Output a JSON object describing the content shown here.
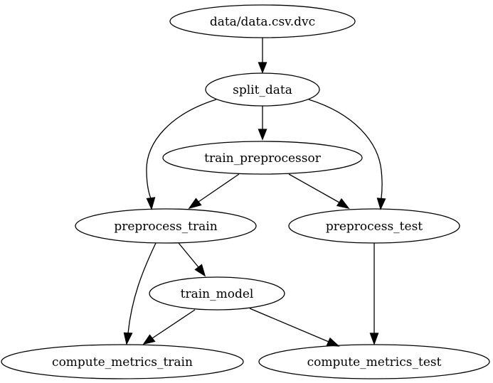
{
  "graph": {
    "nodes": [
      {
        "id": "data_csv_dvc",
        "label": "data/data.csv.dvc"
      },
      {
        "id": "split_data",
        "label": "split_data"
      },
      {
        "id": "train_preprocessor",
        "label": "train_preprocessor"
      },
      {
        "id": "preprocess_train",
        "label": "preprocess_train"
      },
      {
        "id": "preprocess_test",
        "label": "preprocess_test"
      },
      {
        "id": "train_model",
        "label": "train_model"
      },
      {
        "id": "compute_metrics_train",
        "label": "compute_metrics_train"
      },
      {
        "id": "compute_metrics_test",
        "label": "compute_metrics_test"
      }
    ],
    "edges": [
      {
        "from": "data_csv_dvc",
        "to": "split_data"
      },
      {
        "from": "split_data",
        "to": "train_preprocessor"
      },
      {
        "from": "split_data",
        "to": "preprocess_train"
      },
      {
        "from": "split_data",
        "to": "preprocess_test"
      },
      {
        "from": "train_preprocessor",
        "to": "preprocess_train"
      },
      {
        "from": "train_preprocessor",
        "to": "preprocess_test"
      },
      {
        "from": "preprocess_train",
        "to": "train_model"
      },
      {
        "from": "preprocess_train",
        "to": "compute_metrics_train"
      },
      {
        "from": "train_model",
        "to": "compute_metrics_train"
      },
      {
        "from": "train_model",
        "to": "compute_metrics_test"
      },
      {
        "from": "preprocess_test",
        "to": "compute_metrics_test"
      }
    ]
  }
}
